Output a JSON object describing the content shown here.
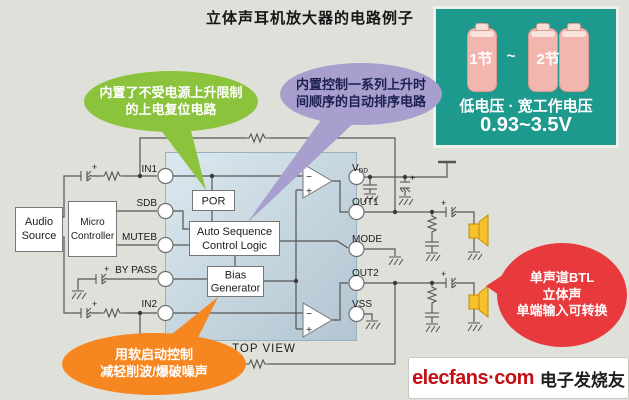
{
  "title": "立体声耳机放大器的电路例子",
  "battery_panel": {
    "cells_left": "1节",
    "tilde": "~",
    "cells_right": "2节",
    "caption": "低电压 · 宽工作电压",
    "voltage_range": "0.93~3.5V"
  },
  "callouts": {
    "por": {
      "line1": "内置了不受电源上升限制",
      "line2": "的上电复位电路"
    },
    "sequencer": {
      "line1": "内置控制一系列上升时",
      "line2": "间顺序的自动排序电路"
    },
    "softstart": {
      "line1": "用软启动控制",
      "line2": "减轻削波/爆破噪声"
    },
    "btl": {
      "line1": "单声道BTL",
      "line2": "立体声",
      "line3": "单端输入可转换"
    }
  },
  "schematic": {
    "blocks": {
      "audio_source": {
        "line1": "Audio",
        "line2": "Source"
      },
      "micro_controller": {
        "line1": "Micro",
        "line2": "Controller"
      },
      "por": "POR",
      "auto_sequence": {
        "line1": "Auto Sequence",
        "line2": "Control Logic"
      },
      "bias": {
        "line1": "Bias",
        "line2": "Generator"
      }
    },
    "pins_left": [
      "IN1",
      "SDB",
      "MUTEB",
      "BY PASS",
      "IN2"
    ],
    "pin_vdd": {
      "base": "V",
      "sub": "DD"
    },
    "pins_right": [
      "OUT1",
      "MODE",
      "OUT2",
      "VSS"
    ],
    "package_view": "TOP VIEW",
    "minus": "−",
    "plus": "+"
  },
  "logo": {
    "brand": "elecfans",
    "dot": "·",
    "com": "com",
    "chinese": "电子发烧友"
  },
  "colors": {
    "panel_teal": "#1d998d",
    "battery_pink": "#f2b6ae",
    "callout_green": "#8cc33c",
    "callout_purple": "#a89fce",
    "callout_purple_text": "#1b2050",
    "callout_orange": "#f6861f",
    "callout_red": "#e8393d",
    "speaker_yellow": "#f6c12e",
    "logo_red": "#c40e14"
  }
}
